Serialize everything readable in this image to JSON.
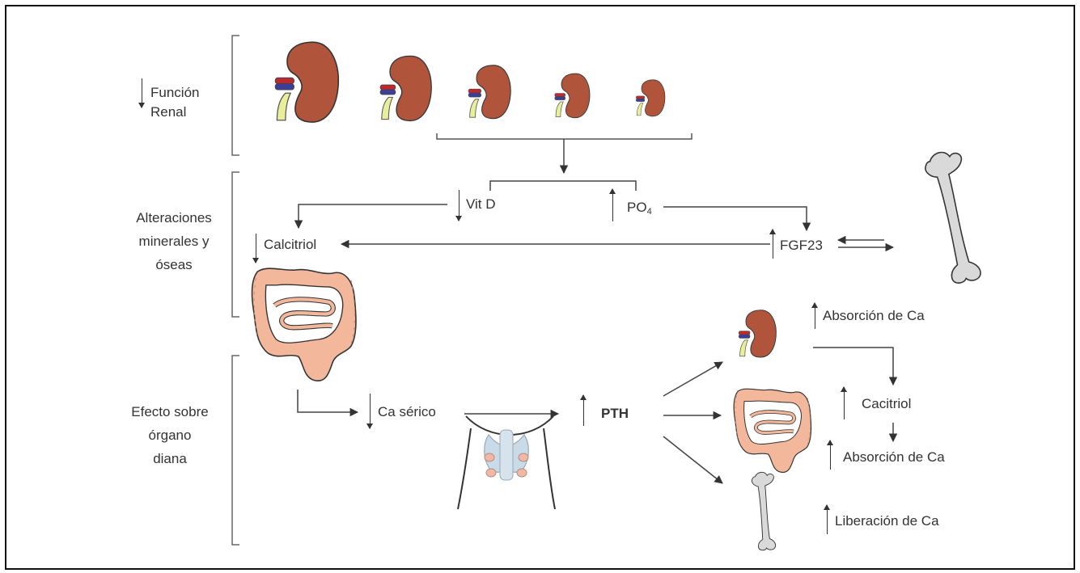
{
  "sections": {
    "renal": {
      "line1": "Función",
      "line2": "Renal"
    },
    "mineral": {
      "line1": "Alteraciones",
      "line2": "minerales y",
      "line3": "óseas"
    },
    "target": {
      "line1": "Efecto sobre",
      "line2": "órgano",
      "line3": "diana"
    }
  },
  "nodes": {
    "vitd": "Vit D",
    "po4_main": "PO",
    "po4_sub": "4",
    "calcitriol": "Calcitriol",
    "fgf23": "FGF23",
    "ca_serico": "Ca sérico",
    "pth": "PTH",
    "absorcion_ca_renal": "Absorción de Ca",
    "cacitriol": "Cacitriol",
    "absorcion_ca_intestinal": "Absorción de Ca",
    "liberacion_ca": "Liberación de Ca"
  },
  "colors": {
    "kidney": "#b0553b",
    "artery": "#c0282d",
    "vein": "#3b3f9a",
    "ureter": "#e8ef9a",
    "intestine": "#f3b79c",
    "bone": "#d9d9d9",
    "thyroid": "#c9dbe8",
    "parathyroid": "#f2b8a6",
    "line": "#333333"
  }
}
